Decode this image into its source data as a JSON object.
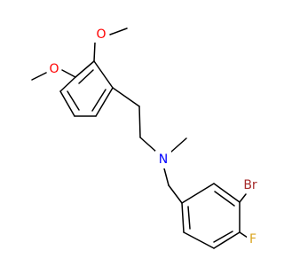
{
  "molecule": {
    "atoms": {
      "o_top": {
        "label": "O"
      },
      "o_left": {
        "label": "O"
      },
      "n": {
        "label": "N"
      },
      "br": {
        "label": "Br"
      },
      "f": {
        "label": "F"
      }
    },
    "colors": {
      "bond": "#000000",
      "O": "#ff0000",
      "N": "#0000ff",
      "Br": "#a52a2a",
      "F": "#daa520"
    }
  }
}
